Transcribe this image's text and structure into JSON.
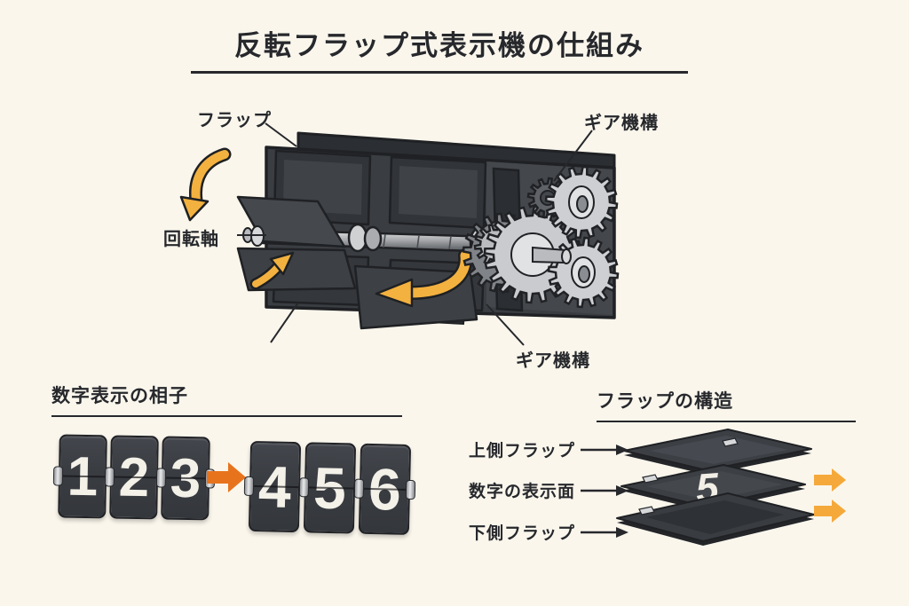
{
  "colors": {
    "background": "#faf6ec",
    "ink": "#26282c",
    "body_dark": "#3a3d42",
    "gear_silver": "#cdcfd2",
    "arrow_orange": "#e8731d",
    "arrow_amber": "#f3ae3b"
  },
  "title": {
    "text": "反転フラップ式表示機の仕組み"
  },
  "mechanism": {
    "label_flap": "フラップ",
    "label_gear_top": "ギア機構",
    "label_shaft": "回転軸",
    "label_gear_bottom": "ギア機構"
  },
  "digits_section": {
    "heading": "数字表示の相子",
    "before": [
      "1",
      "2",
      "3"
    ],
    "after": [
      "4",
      "5",
      "6"
    ]
  },
  "flap_section": {
    "heading": "フラップの構造",
    "layers": [
      "上側フラップ",
      "数字の表示面",
      "下側フラップ"
    ],
    "digit": "5"
  }
}
